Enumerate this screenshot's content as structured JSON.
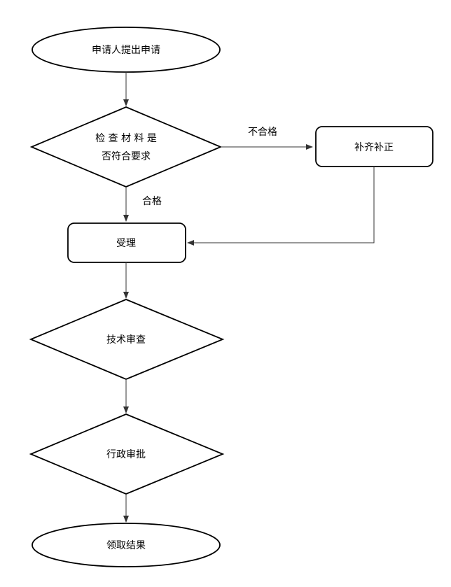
{
  "flowchart": {
    "start": "申请人提出申请",
    "check_line1": "检 查 材 料 是",
    "check_line2": "否符合要求",
    "supplement": "补齐补正",
    "accept": "受理",
    "tech_review": "技术审查",
    "admin_approval": "行政审批",
    "receive_result": "领取结果",
    "edge_fail": "不合格",
    "edge_pass": "合格"
  }
}
